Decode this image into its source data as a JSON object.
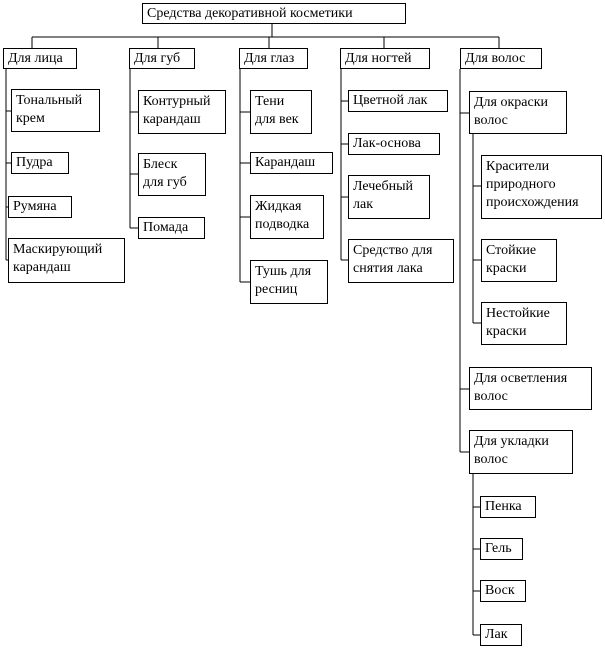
{
  "root": "Средства декоративной косметики",
  "columns": [
    {
      "label": "Для лица",
      "items": [
        "Тональный\nкрем",
        "Пудра",
        "Румяна",
        "Маскирующий\nкарандаш"
      ]
    },
    {
      "label": "Для губ",
      "items": [
        "Контурный\nкарандаш",
        "Блеск\nдля губ",
        "Помада"
      ]
    },
    {
      "label": "Для глаз",
      "items": [
        "Тени\nдля век",
        "Карандаш",
        "Жидкая\nподводка",
        "Тушь для\nресниц"
      ]
    },
    {
      "label": "Для ногтей",
      "items": [
        "Цветной лак",
        "Лак-основа",
        "Лечебный\nлак",
        "Средство для\nснятия лака"
      ]
    },
    {
      "label": "Для волос",
      "items": [
        {
          "label": "Для окраски\nволос",
          "children": [
            "Красители\nприродного\nпроисхождения",
            "Стойкие\nкраски",
            "Нестойкие\nкраски"
          ]
        },
        {
          "label": "Для осветления\nволос",
          "children": []
        },
        {
          "label": "Для укладки\nволос",
          "children": [
            "Пенка",
            "Гель",
            "Воск",
            "Лак"
          ]
        }
      ]
    }
  ]
}
